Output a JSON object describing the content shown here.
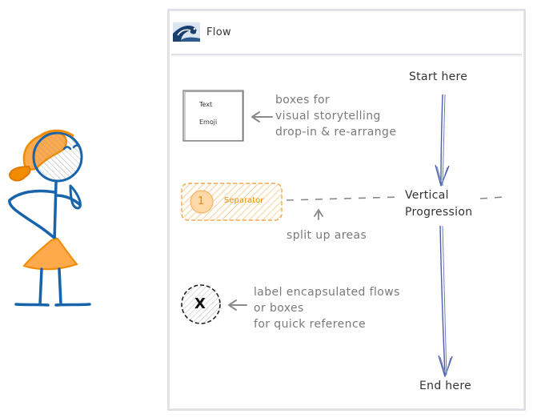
{
  "frame": {
    "title": "Flow",
    "logo_icon": "wave-emoji-icon"
  },
  "flow": {
    "start_label": "Start here",
    "middle_label_line1": "Vertical",
    "middle_label_line2": "Progression",
    "end_label": "End here"
  },
  "legend": {
    "box": {
      "text_label": "Text",
      "emoji_label": "Emoji",
      "note_line1": "boxes for",
      "note_line2": "visual storytelling",
      "note_line3": "drop-in & re-arrange"
    },
    "separator": {
      "number": "1",
      "label": "Separator",
      "note": "split up areas"
    },
    "marker": {
      "symbol": "X",
      "note_line1": "label encapsulated flows",
      "note_line2": "or boxes",
      "note_line3": "for quick reference"
    }
  },
  "colors": {
    "accent_orange": "#f08c00",
    "fill_orange": "#ffc078",
    "figure_blue": "#1864ab",
    "arrow_blue": "#4a5fa8",
    "note_gray": "#7a7a7a",
    "frame_border": "#c9ccd4"
  }
}
